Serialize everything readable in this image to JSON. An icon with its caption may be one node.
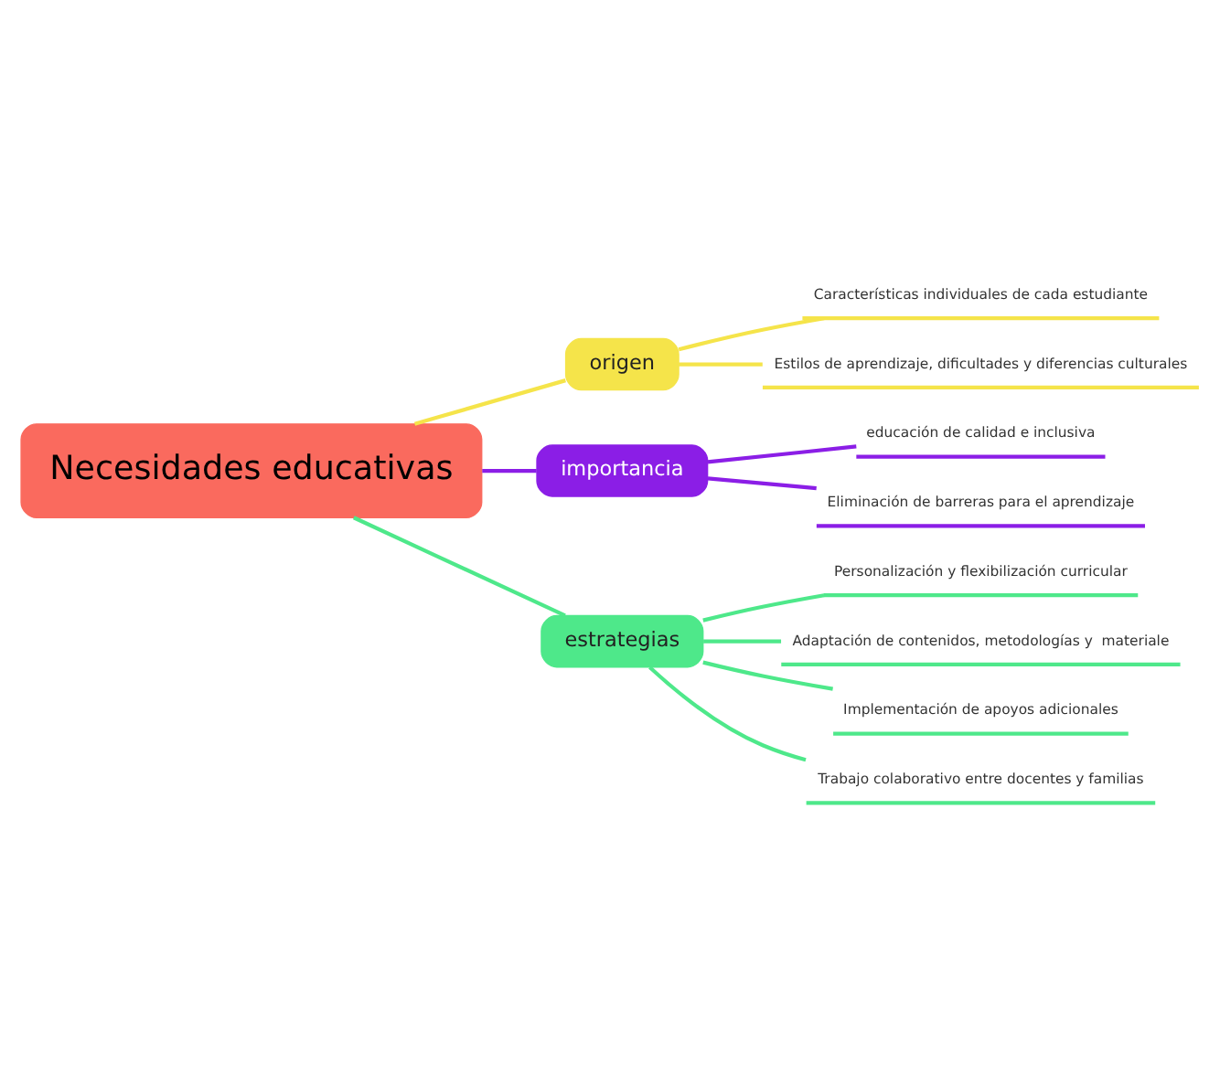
{
  "diagram": {
    "nodes": [
      {
        "text": [
          "Necesidades educativas"
        ]
      },
      {
        "text": [
          "origen"
        ]
      },
      {
        "text": [
          "Características individuales de cada estudiante"
        ]
      },
      {
        "text": [
          "Estilos de aprendizaje, dificultades y diferencias culturales"
        ]
      },
      {
        "text": [
          "importancia"
        ]
      },
      {
        "text": [
          "educación de calidad e inclusiva"
        ]
      },
      {
        "text": [
          "Eliminación de barreras para el aprendizaje"
        ]
      },
      {
        "text": [
          "estrategias"
        ]
      },
      {
        "text": [
          "Personalización y flexibilización curricular"
        ]
      },
      {
        "text": [
          "Adaptación de contenidos, metodologías y  materiale"
        ]
      },
      {
        "text": [
          "Implementación de apoyos adicionales"
        ]
      },
      {
        "text": [
          "Trabajo colaborativo entre docentes y familias"
        ]
      }
    ],
    "edges": [
      {
        "from": 0,
        "to": 1,
        "arrow": "none",
        "color": "#f5e44a"
      },
      {
        "from": 1,
        "to": 2,
        "arrow": "none",
        "color": "#f5e44a"
      },
      {
        "from": 1,
        "to": 3,
        "arrow": "none",
        "color": "#f5e44a"
      },
      {
        "from": 0,
        "to": 4,
        "arrow": "none",
        "color": "#8b1ee6"
      },
      {
        "from": 4,
        "to": 5,
        "arrow": "none",
        "color": "#8b1ee6"
      },
      {
        "from": 4,
        "to": 6,
        "arrow": "none",
        "color": "#8b1ee6"
      },
      {
        "from": 0,
        "to": 7,
        "arrow": "none",
        "color": "#4ee88a"
      },
      {
        "from": 7,
        "to": 8,
        "arrow": "none",
        "color": "#4ee88a"
      },
      {
        "from": 7,
        "to": 9,
        "arrow": "none",
        "color": "#4ee88a"
      },
      {
        "from": 7,
        "to": 10,
        "arrow": "none",
        "color": "#4ee88a"
      },
      {
        "from": 7,
        "to": 11,
        "arrow": "none",
        "color": "#4ee88a"
      }
    ]
  }
}
